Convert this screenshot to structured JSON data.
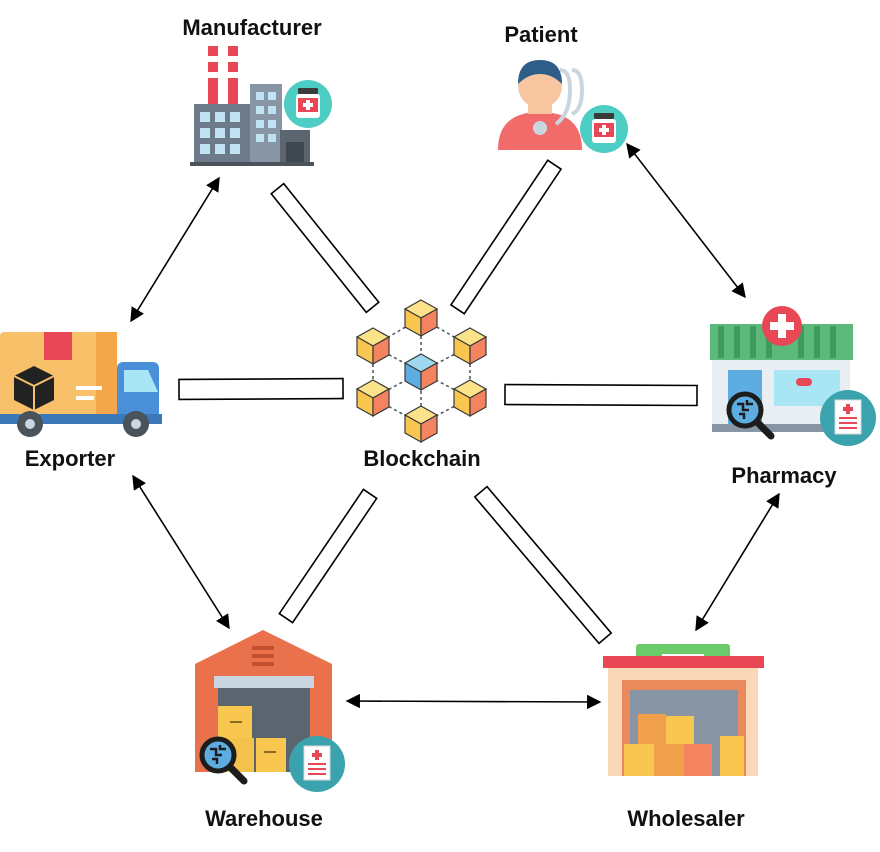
{
  "nodes": {
    "manufacturer": {
      "label": "Manufacturer"
    },
    "patient": {
      "label": "Patient"
    },
    "exporter": {
      "label": "Exporter"
    },
    "blockchain": {
      "label": "Blockchain"
    },
    "pharmacy": {
      "label": "Pharmacy"
    },
    "warehouse": {
      "label": "Warehouse"
    },
    "wholesaler": {
      "label": "Wholesaler"
    }
  },
  "links_to_blockchain": [
    "manufacturer",
    "patient",
    "exporter",
    "pharmacy",
    "warehouse",
    "wholesaler"
  ],
  "flows": [
    {
      "from": "manufacturer",
      "to": "exporter",
      "direction": "both"
    },
    {
      "from": "patient",
      "to": "pharmacy",
      "direction": "both"
    },
    {
      "from": "exporter",
      "to": "warehouse",
      "direction": "both"
    },
    {
      "from": "pharmacy",
      "to": "wholesaler",
      "direction": "both"
    },
    {
      "from": "warehouse",
      "to": "wholesaler",
      "direction": "both"
    }
  ],
  "colors": {
    "arrow": "#000000",
    "med_badge": "#4ECDC4",
    "red_cross": "#E84855",
    "cube_yellow": "#F9C74F",
    "cube_orange": "#F4845F",
    "cube_blue": "#5DADE2"
  },
  "icons": {
    "manufacturer": "factory-icon",
    "patient": "patient-doctor-icon",
    "exporter": "delivery-truck-icon",
    "blockchain": "blockchain-cubes-icon",
    "pharmacy": "pharmacy-store-icon",
    "warehouse": "warehouse-icon",
    "wholesaler": "wholesaler-store-icon"
  }
}
